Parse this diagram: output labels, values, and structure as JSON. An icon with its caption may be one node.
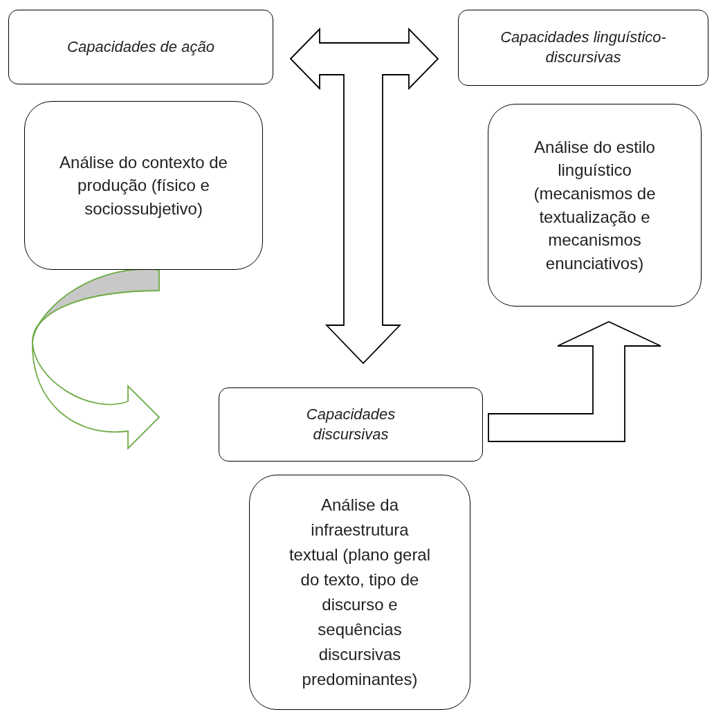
{
  "diagram": {
    "nodes": [
      {
        "text": [
          "Capacidades de ação"
        ]
      },
      {
        "text": [
          "Capacidades linguístico-discursivas"
        ]
      },
      {
        "text": [
          "Análise do contexto de produção (físico e sociossubjetivo)"
        ]
      },
      {
        "text": [
          "Análise do estilo linguístico (mecanismos de textualização e mecanismos enunciativos)"
        ]
      },
      {
        "text": [
          "Capacidades discursivas"
        ]
      },
      {
        "text": [
          "Análise da infraestrutura textual (plano geral do texto, tipo de discurso e sequências discursivas predominantes)"
        ]
      }
    ],
    "edges": [
      {
        "from": 0,
        "to": 1,
        "arrow": "both",
        "style": "thick"
      },
      {
        "from": 0,
        "to": 4,
        "arrow": "to",
        "style": "thick"
      },
      {
        "from": 1,
        "to": 4,
        "arrow": "to",
        "style": "thick"
      },
      {
        "from": 2,
        "to": 4,
        "arrow": "to",
        "style": "thick",
        "color": "#70ad47"
      },
      {
        "from": 4,
        "to": 3,
        "arrow": "to",
        "style": "thick"
      }
    ]
  }
}
